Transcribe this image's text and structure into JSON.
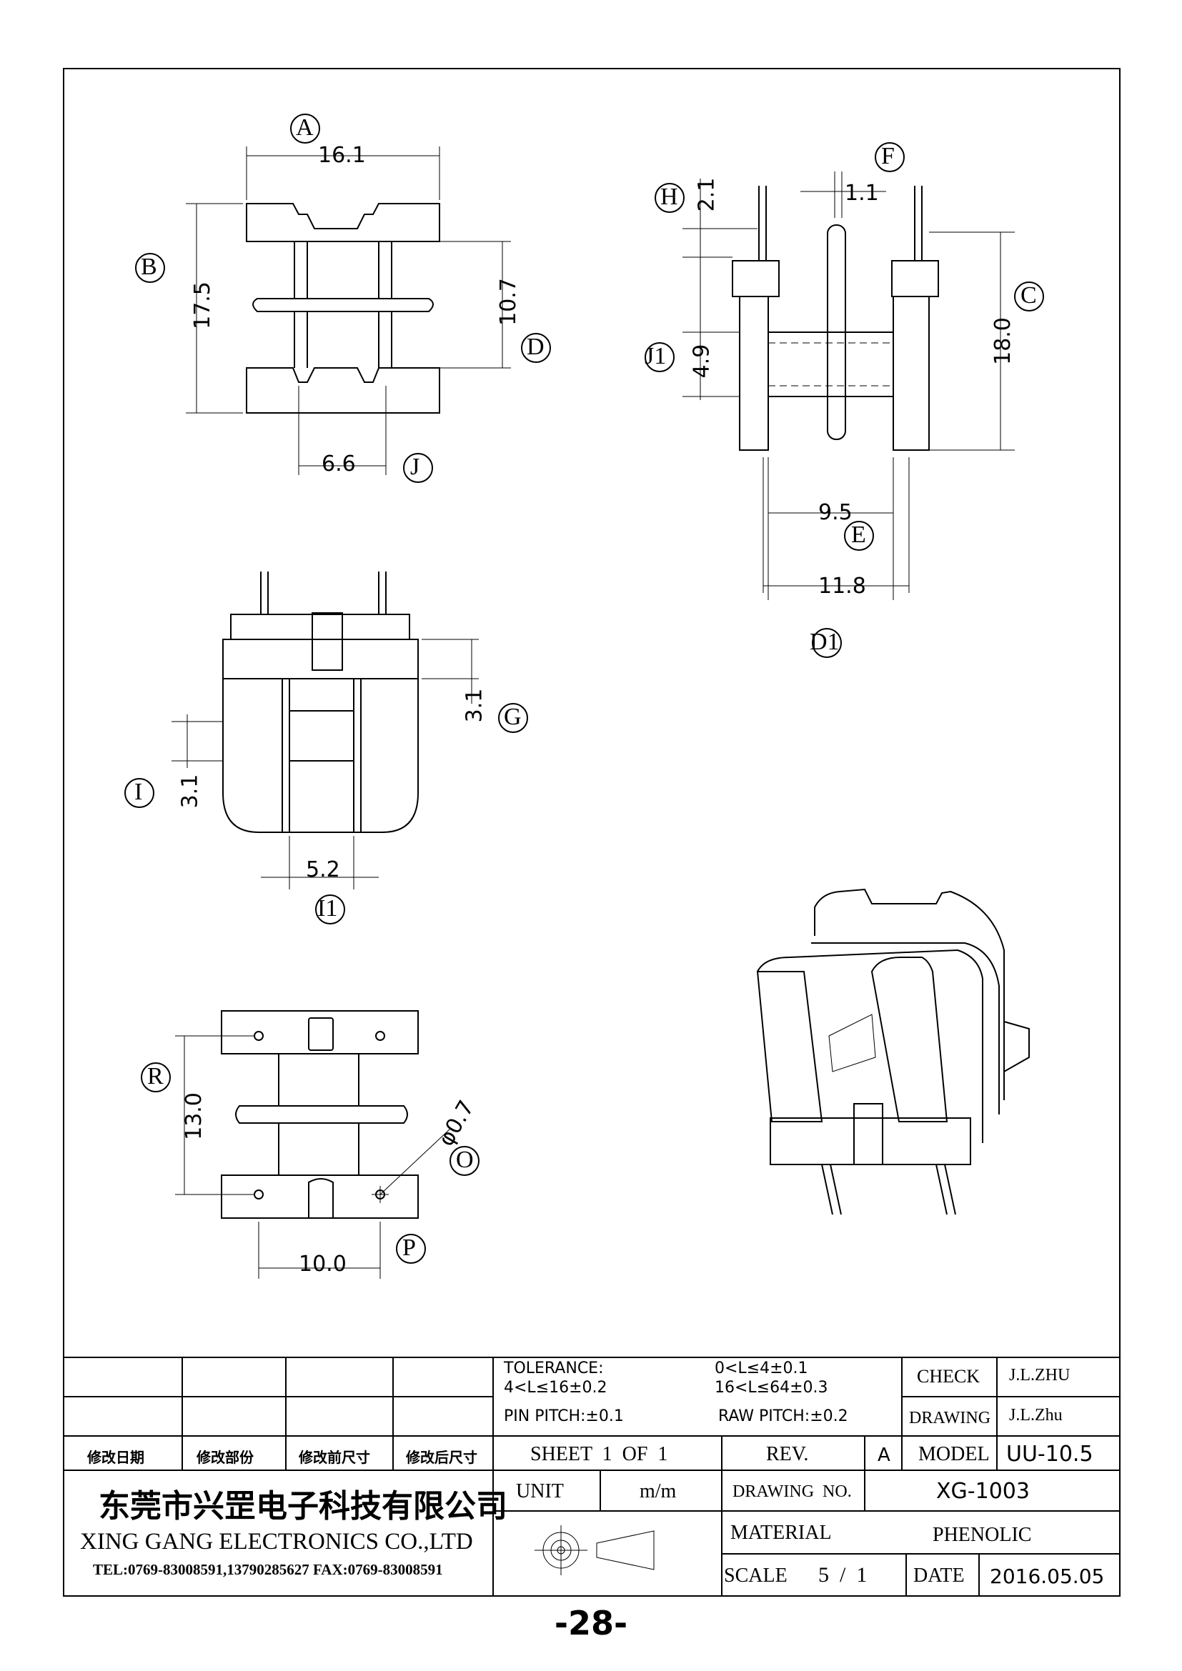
{
  "views": {
    "top": {
      "A": "16.1",
      "B": "17.5",
      "D": "10.7",
      "J": "6.6"
    },
    "side": {
      "H": "2.1",
      "F": "1.1",
      "C": "18.0",
      "J1": "4.9",
      "E": "9.5",
      "D1": "11.8"
    },
    "front": {
      "G": "3.1",
      "I": "3.1",
      "I1": "5.2"
    },
    "bottom": {
      "R": "13.0",
      "O": "φ0.7",
      "P": "10.0"
    }
  },
  "labels": [
    "A",
    "B",
    "C",
    "D",
    "E",
    "F",
    "G",
    "H",
    "I",
    "I1",
    "J",
    "J1",
    "D1",
    "O",
    "P",
    "R"
  ],
  "title_block": {
    "revision_headers": [
      "修改日期",
      "修改部份",
      "修改前尺寸",
      "修改后尺寸"
    ],
    "tolerance_title": "TOLERANCE:",
    "tol1": "0<L≤4±0.1",
    "tol2": "4<L≤16±0.2",
    "tol3": "16<L≤64±0.3",
    "pin_pitch": "PIN PITCH:±0.1",
    "raw_pitch": "RAW PITCH:±0.2",
    "check_label": "CHECK",
    "check_value": "J.L.ZHU",
    "drawing_label": "DRAWING",
    "drawing_value": "J.L.Zhu",
    "sheet": "SHEET  1  OF  1",
    "rev_label": "REV.",
    "rev_value": "A",
    "model_label": "MODEL",
    "model_value": "UU-10.5",
    "company_cn": "东莞市兴罡电子科技有限公司",
    "company_en": "XING GANG  ELECTRONICS CO.,LTD",
    "contact": "TEL:0769-83008591,13790285627 FAX:0769-83008591",
    "unit_label": "UNIT",
    "unit_value": "m/m",
    "drawing_no_label": "DRAWING  NO.",
    "drawing_no_value": "XG-1003",
    "material_label": "MATERIAL",
    "material_value": "PHENOLIC",
    "scale_label": "SCALE",
    "scale_value": "5  /  1",
    "date_label": "DATE",
    "date_value": "2016.05.05"
  },
  "page_number": "-28-"
}
